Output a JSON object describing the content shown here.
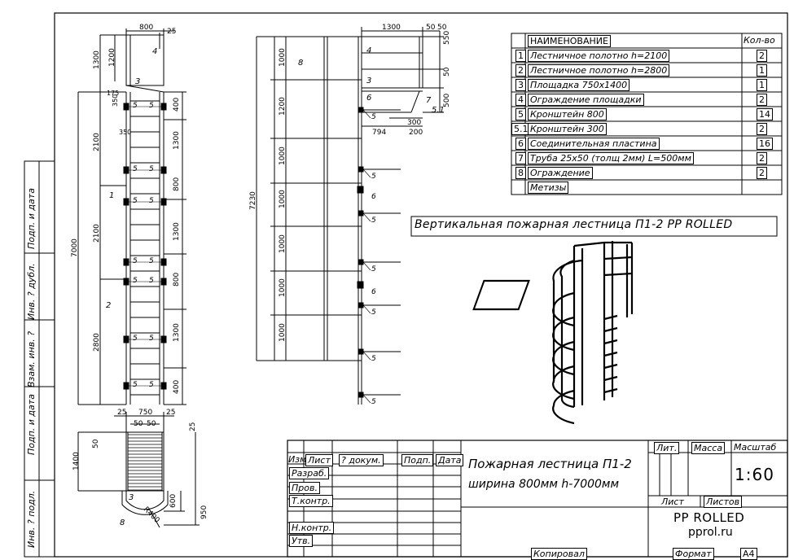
{
  "drawing_title": "Вертикальная пожарная лестница П1-2 PP ROLLED",
  "spec": {
    "header_name": "НАИМЕНОВАНИЕ",
    "header_qty": "Кол-во",
    "rows": [
      {
        "pos": "1",
        "name": "Лестничное полотно h=2100",
        "qty": "2"
      },
      {
        "pos": "2",
        "name": "Лестничное полотно h=2800",
        "qty": "1"
      },
      {
        "pos": "3",
        "name": "Площадка 750х1400",
        "qty": "1"
      },
      {
        "pos": "4",
        "name": "Ограждение площадки",
        "qty": "2"
      },
      {
        "pos": "5",
        "name": "Кронштейн 800",
        "qty": "14"
      },
      {
        "pos": "5.1",
        "name": "Кронштейн 300",
        "qty": "2"
      },
      {
        "pos": "6",
        "name": "Соединительная пластина",
        "qty": "16"
      },
      {
        "pos": "7",
        "name": "Труба 25х50 (толщ 2мм) L=500мм",
        "qty": "2"
      },
      {
        "pos": "8",
        "name": "Ограждение",
        "qty": "2"
      },
      {
        "pos": "",
        "name": "Метизы",
        "qty": ""
      }
    ]
  },
  "left_stamp": [
    "Подп. и дата",
    "Инв. ? дубл.",
    "Взам. инв. ?",
    "Подп. и дата",
    "Инв. ? подл."
  ],
  "title_block": {
    "headers": [
      "Изм.",
      "Лист",
      "? докум.",
      "Подп.",
      "Дата"
    ],
    "roles": [
      "Разраб.",
      "Пров.",
      "Т.контр.",
      "",
      "Н.контр.",
      "Утв."
    ],
    "name_line1": "Пожарная лестница П1-2",
    "name_line2": "ширина 800мм h-7000мм",
    "lit": "Лит.",
    "mass": "Масса",
    "scale_label": "Масштаб",
    "scale": "1:60",
    "sheet": "Лист",
    "sheets": "Листов",
    "company": "PP ROLLED",
    "site": "pprol.ru",
    "copied": "Копировал",
    "format": "Формат",
    "format_value": "A4"
  },
  "front_view": {
    "dims_top": [
      "800",
      "25"
    ],
    "dims_left": [
      "1300",
      "1200",
      "175",
      "350",
      "350",
      "2100",
      "2100",
      "2800",
      "7000"
    ],
    "dims_right": [
      "400",
      "1300",
      "800",
      "1300",
      "800",
      "1300",
      "400"
    ],
    "labels": [
      "4",
      "3",
      "1",
      "2",
      "5"
    ]
  },
  "side_view": {
    "dims_top": [
      "1300",
      "50",
      "50"
    ],
    "dims_right": [
      "550",
      "50",
      "500"
    ],
    "dims_left": [
      "1000",
      "1200",
      "1000",
      "1000",
      "1000",
      "1000",
      "1000"
    ],
    "total": "7230",
    "platform": [
      "794",
      "200",
      "300"
    ],
    "labels": [
      "8",
      "4",
      "3",
      "6",
      "7",
      "5.1",
      "5",
      "6"
    ]
  },
  "plan_view": {
    "dims": [
      "25",
      "750",
      "25",
      "50",
      "50",
      "25",
      "50",
      "1400",
      "600",
      "950",
      "R400"
    ],
    "labels": [
      "3",
      "8"
    ]
  }
}
